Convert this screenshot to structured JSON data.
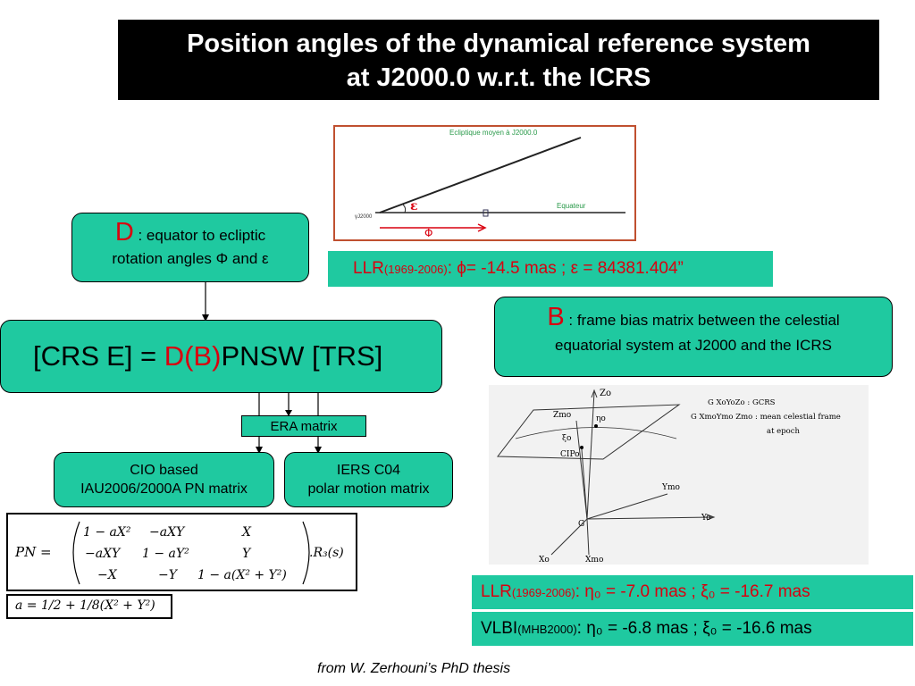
{
  "title": {
    "line1": "Position angles of the dynamical reference system",
    "line2": "at J2000.0 w.r.t. the ICRS"
  },
  "box_D": {
    "letter": "D",
    "line1": " : equator to ecliptic",
    "line2": "rotation angles Φ and ε"
  },
  "box_B": {
    "letter": "B",
    "line1": " : frame bias matrix between the celestial",
    "line2": "equatorial system  at J2000 and the ICRS"
  },
  "equation": {
    "left": "[CRS",
    "gap": "E] =",
    "db": "D(B)",
    "right": "PNSW [TRS]"
  },
  "era_label": "ERA matrix",
  "cio_box": {
    "line1": "CIO based",
    "line2": "IAU2006/2000A PN matrix"
  },
  "iers_box": {
    "line1": "IERS C04",
    "line2": "polar motion matrix"
  },
  "llr_ecliptic": {
    "prefix": "LLR",
    "period": "(1969-2006)",
    "text": ":  ϕ= -14.5 mas ; ε = 84381.404”"
  },
  "llr_bias": {
    "prefix": "LLR",
    "period": "(1969-2006)",
    "text": ": η₀ = -7.0 mas ; ξ₀ = -16.7 mas"
  },
  "vlbi_bias": {
    "prefix": "VLBI",
    "period": "(MHB2000)",
    "text": ": η₀ = -6.8 mas ; ξ₀ = -16.6 mas"
  },
  "pn_matrix": {
    "lhs": "PN =",
    "rows": [
      [
        "1 − aX²",
        "−aXY",
        "X"
      ],
      [
        "−aXY",
        "1 − aY²",
        "Y"
      ],
      [
        "−X",
        "−Y",
        "1 − a(X² + Y²)"
      ]
    ],
    "rhs": ".R₃(s)"
  },
  "a_formula": "a = 1/2 + 1/8(X² + Y²)",
  "ecliptic_figure": {
    "ecliptic_label": "Ecliptique moyen à J2000.0",
    "equator_label": "Equateur",
    "vernal_label": "γJ2000",
    "epsilon": "ε",
    "phi": "Φ"
  },
  "celestial_figure": {
    "zo": "Zo",
    "zmo": "Zmo",
    "eta": "ηo",
    "xi": "ξo",
    "cip": "CIPo",
    "ymo": "Ymo",
    "yo": "Yo",
    "g": "G",
    "xo": "Xo",
    "xmo": "Xmo",
    "legend1": "G XoYoZo  :  GCRS",
    "legend2": "G XmoYmo Zmo  :  mean celestial frame",
    "legend3": "at epoch"
  },
  "footer": "from W. Zerhouni’s PhD thesis",
  "colors": {
    "box_green": "#1fc9a0",
    "accent_red": "#d9000f"
  }
}
